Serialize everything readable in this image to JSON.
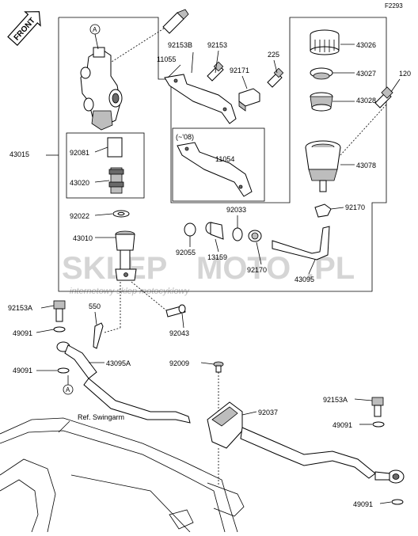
{
  "figure_code": "F2293",
  "front_badge": "FRONT",
  "ref_note": "Ref. Swingarm",
  "circle_marks": [
    "A",
    "A"
  ],
  "version_note": "(~'08)",
  "watermark": {
    "brand_left": "SKLEP",
    "brand_right": "MOTO",
    "brand_tld": ".PL",
    "tagline": "internetowy sklep motocyklowy"
  },
  "labels": {
    "p92153B": "92153B",
    "p92153": "92153",
    "p11055": "11055",
    "p225": "225",
    "p92171": "92171",
    "p43026": "43026",
    "p43027": "43027",
    "p43028": "43028",
    "p120": "120",
    "p43015": "43015",
    "p92081": "92081",
    "p43020": "43020",
    "p11054": "11054",
    "p43078": "43078",
    "p92022": "92022",
    "p92033": "92033",
    "p92170a": "92170",
    "p43010": "43010",
    "p92055": "92055",
    "p13159": "13159",
    "p92170b": "92170",
    "p43095": "43095",
    "p92153Aa": "92153A",
    "p550": "550",
    "p49091a": "49091",
    "p92043": "92043",
    "p43095A": "43095A",
    "p49091b": "49091",
    "p92009": "92009",
    "p92037": "92037",
    "p92153Ab": "92153A",
    "p49091c": "49091",
    "p49091d": "49091"
  }
}
